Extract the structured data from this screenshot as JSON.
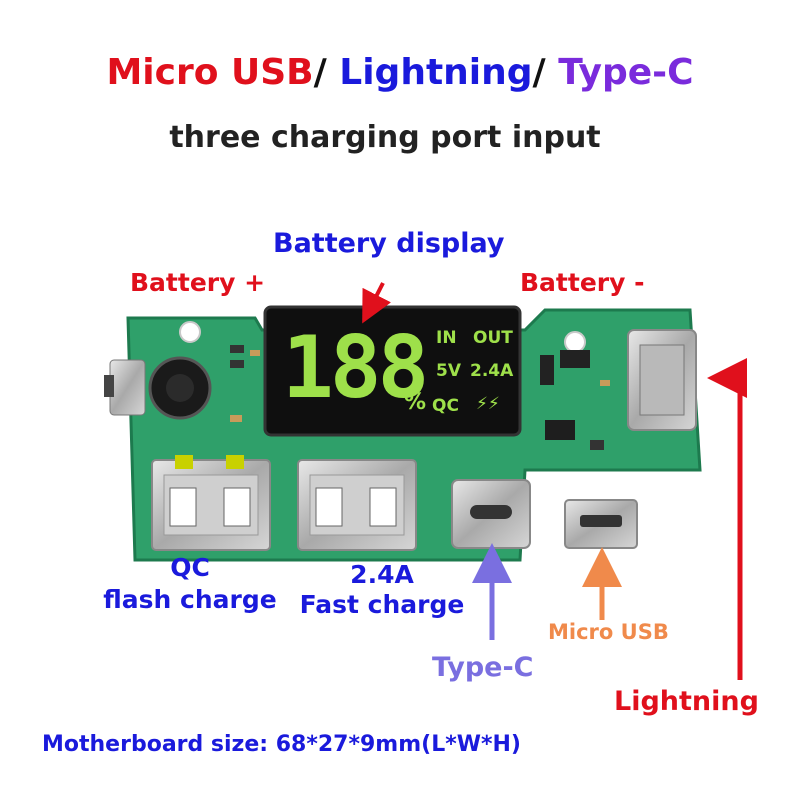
{
  "title": {
    "part1": "Micro USB",
    "sep1": "/ ",
    "part2": "Lightning",
    "sep2": "/ ",
    "part3": "Type-C"
  },
  "subtitle": "three charging port input",
  "labels": {
    "battery_display": "Battery display",
    "battery_plus": "Battery +",
    "battery_minus": "Battery -",
    "qc_line1": "QC",
    "qc_line2": "flash charge",
    "fast_line1": "2.4A",
    "fast_line2": "Fast charge",
    "micro_usb": "Micro USB",
    "type_c": "Type-C",
    "lightning": "Lightning",
    "size": "Motherboard size: 68*27*9mm(L*W*H)"
  },
  "display": {
    "digits": "188",
    "percent": "%",
    "in": "IN",
    "out": "OUT",
    "volts": "5V",
    "amps": "2.4A",
    "qc": "QC",
    "flash": "⚡⚡"
  },
  "colors": {
    "red": "#e0101c",
    "blue": "#1a1adc",
    "purple": "#7a2bdc",
    "orange": "#f08a4b",
    "lavender": "#7a6fe0",
    "board_green": "#2fa06a",
    "lcd_green": "#9ee04a"
  }
}
